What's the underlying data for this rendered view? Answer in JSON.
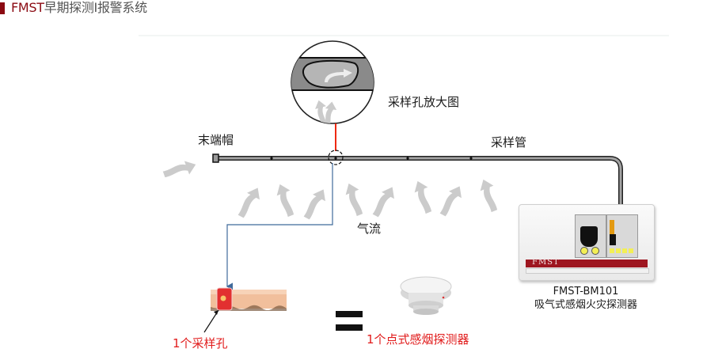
{
  "header": {
    "brand": "FMST",
    "title_rest": "早期探测I报警系统"
  },
  "diagram": {
    "magnifier_label": "采样孔放大图",
    "end_cap_label": "末端帽",
    "pipe_label": "采样管",
    "airflow_label": "气流",
    "device": {
      "model": "FMST-BM101",
      "name": "吸气式感烟火灾探测器",
      "faceplate_brand": "FMST"
    },
    "equation": {
      "left_label": "1个采样孔",
      "operator": "=",
      "right_label": "1个点式感烟探测器"
    }
  },
  "colors": {
    "brand_red": "#8b0a12",
    "highlight_red": "#e11b1b",
    "leader_blue": "#3f6a9b",
    "arrow_gray": "#c9c9c9",
    "pipe_gray": "#9a9a9a"
  }
}
